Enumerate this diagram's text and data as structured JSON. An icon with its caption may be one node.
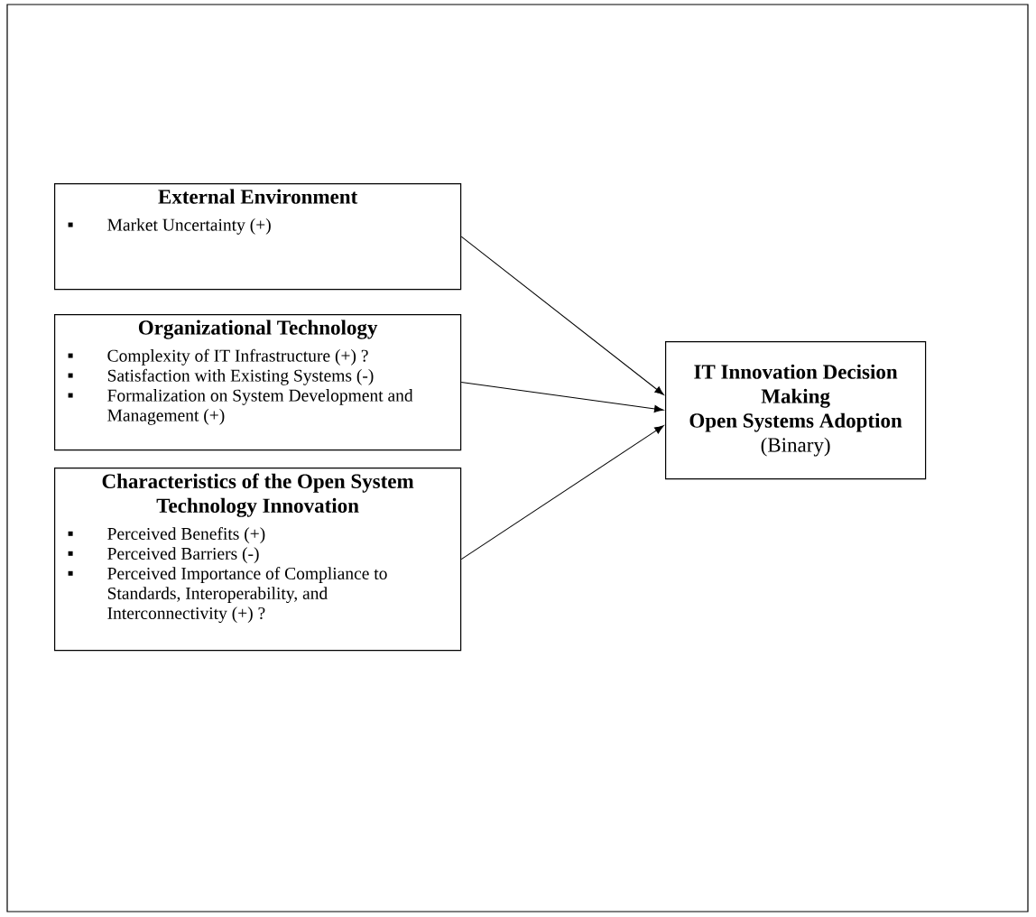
{
  "diagram": {
    "nodes": [
      {
        "text": [
          "External Environment",
          "Market Uncertainty (+)"
        ]
      },
      {
        "text": [
          "Organizational Technology",
          "Complexity of IT Infrastructure (+) ?",
          "Satisfaction with Existing Systems (-)",
          "Formalization on System Development and Management (+)"
        ]
      },
      {
        "text": [
          "Characteristics of the Open System Technology Innovation",
          "Perceived Benefits (+)",
          "Perceived Barriers (-)",
          "Perceived Importance of Compliance to Standards, Interoperability, and Interconnectivity (+) ?"
        ]
      },
      {
        "text": [
          "IT Innovation Decision Making",
          "Open Systems Adoption",
          "(Binary)"
        ]
      }
    ],
    "edges": [
      {
        "from": 0,
        "to": 3,
        "arrow": "to"
      },
      {
        "from": 1,
        "to": 3,
        "arrow": "to"
      },
      {
        "from": 2,
        "to": 3,
        "arrow": "to"
      }
    ]
  }
}
